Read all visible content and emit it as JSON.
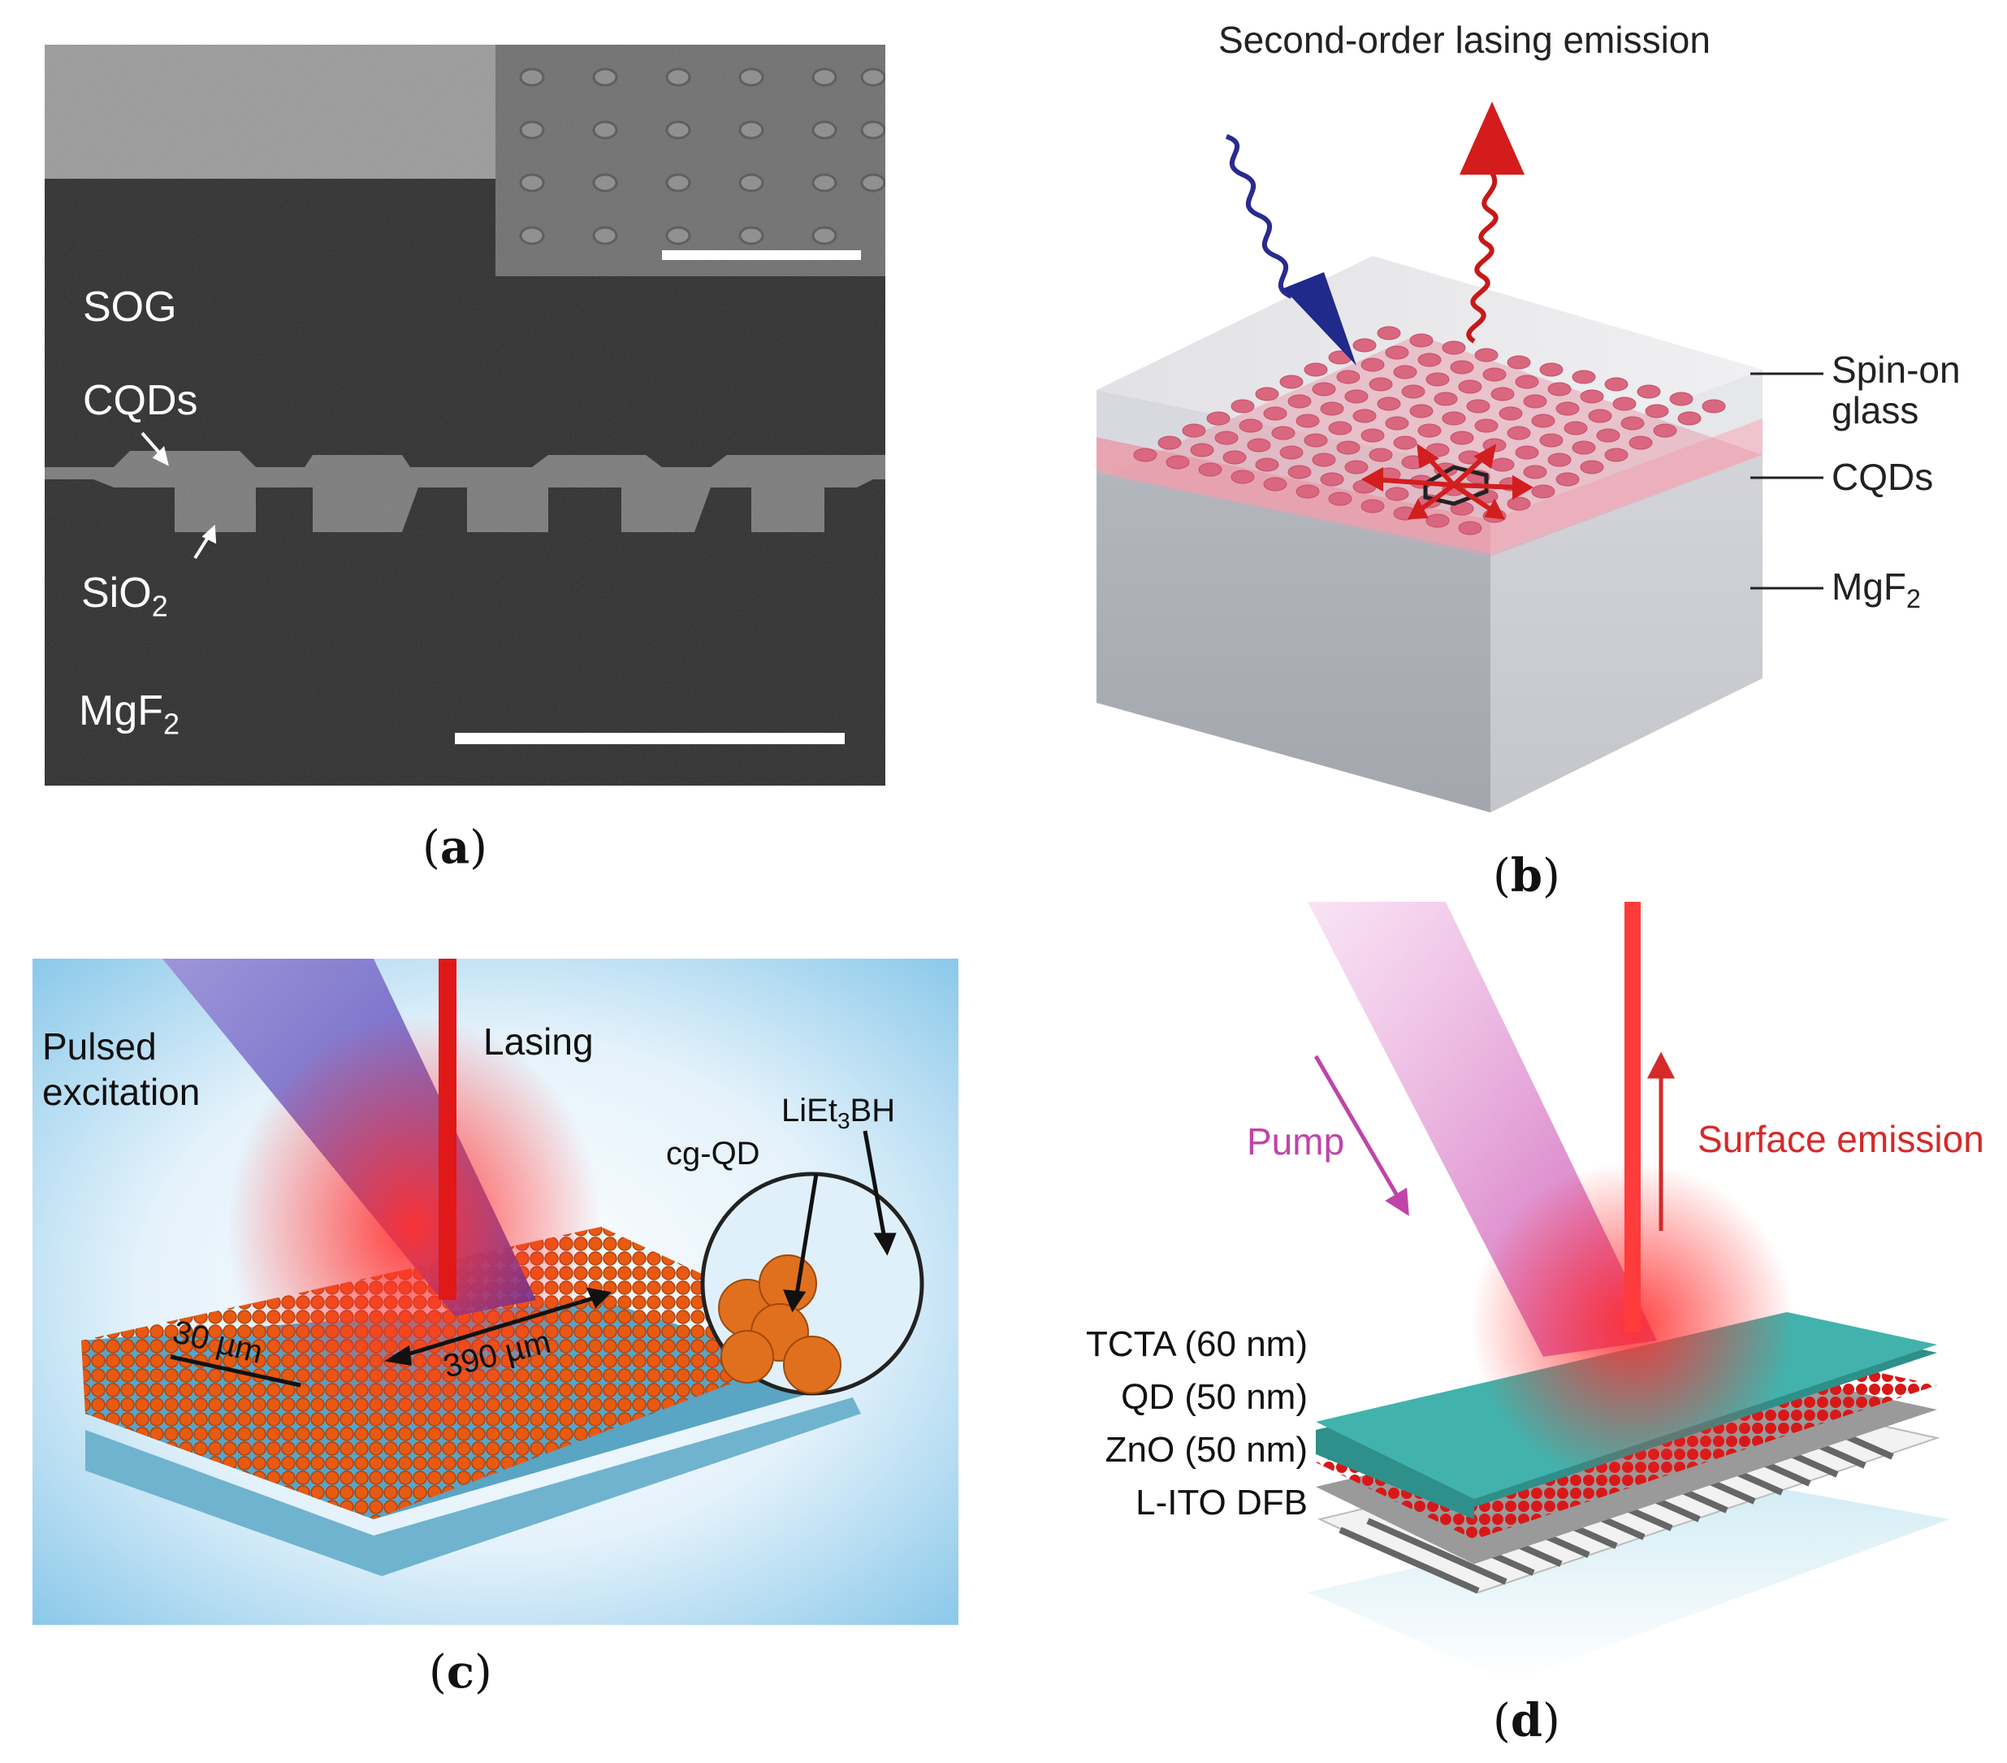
{
  "panel_a": {
    "labels": {
      "sog": "SOG",
      "cqds": "CQDs",
      "sio2_main": "SiO",
      "sio2_sub": "2",
      "mgf2_main": "MgF",
      "mgf2_sub": "2"
    },
    "caption": {
      "open": "(",
      "letter": "a",
      "close": ")"
    }
  },
  "panel_b": {
    "title": "Second-order lasing emission",
    "labels": {
      "spin_on_1": "Spin-on",
      "spin_on_2": "glass",
      "cqds": "CQDs",
      "mgf2_main": "MgF",
      "mgf2_sub": "2"
    },
    "caption": {
      "open": "(",
      "letter": "b",
      "close": ")"
    }
  },
  "panel_c": {
    "labels": {
      "pulsed_1": "Pulsed",
      "pulsed_2": "excitation",
      "lasing": "Lasing",
      "li_a": "LiEt",
      "li_sub": "3",
      "li_b": "BH",
      "cgqd": "cg-QD",
      "dim_30": "30 µm",
      "dim_390": "390 µm"
    },
    "caption": {
      "open": "(",
      "letter": "c",
      "close": ")"
    }
  },
  "panel_d": {
    "labels": {
      "pump": "Pump",
      "surface": "Surface emission",
      "tcta": "TCTA (60 nm)",
      "qd": "QD (50 nm)",
      "zno": "ZnO (50 nm)",
      "litodfb": "L-ITO DFB"
    },
    "caption": {
      "open": "(",
      "letter": "d",
      "close": ")"
    }
  }
}
